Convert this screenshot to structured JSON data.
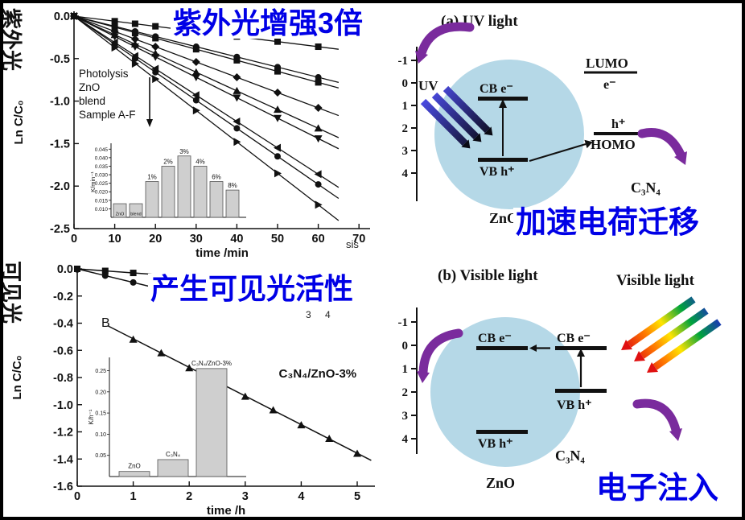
{
  "colors": {
    "accent_blue_text": "#0000e6",
    "purple_arrow": "#7a2b9d",
    "zno_circle_fill": "#b5d8e7",
    "bar_fill": "#cfcfcf"
  },
  "labels": {
    "uv_section": "紫外光",
    "vis_section": "可见光"
  },
  "overlays": {
    "uv_boost": "紫外光增强3倍",
    "vis_activity": "产生可见光活性",
    "charge_transfer": "加速电荷迁移",
    "electron_injection": "电子注入"
  },
  "fragments": {
    "frag1": "sis",
    "frag2": "3 4"
  },
  "chart_data": [
    {
      "id": "uv_kinetics",
      "type": "scatter",
      "title": "",
      "xlabel": "time /min",
      "ylabel": "Ln C/C₀",
      "xlim": [
        0,
        73
      ],
      "ylim": [
        -2.5,
        0
      ],
      "xticks": [
        0,
        10,
        20,
        30,
        40,
        50,
        60,
        70
      ],
      "yticks": [
        "0.0",
        "-0.5",
        "-1.0",
        "-1.5",
        "-2.0",
        "-2.5"
      ],
      "annotation_lines": [
        "Photolysis",
        "ZnO",
        "blend",
        "Sample A-F"
      ],
      "line_t_end": 65,
      "x": [
        0,
        10,
        15,
        20,
        30,
        40,
        50,
        60
      ],
      "series": [
        {
          "name": "Photolysis",
          "marker": "square",
          "k": 0.006,
          "y": [
            0,
            -0.06,
            -0.09,
            -0.12,
            -0.18,
            -0.24,
            -0.3,
            -0.36
          ]
        },
        {
          "name": "ZnO",
          "marker": "circle",
          "k": 0.012,
          "y": [
            0,
            -0.12,
            -0.18,
            -0.24,
            -0.36,
            -0.48,
            -0.6,
            -0.72
          ]
        },
        {
          "name": "blend",
          "marker": "square",
          "k": 0.013,
          "y": [
            0,
            -0.13,
            -0.2,
            -0.26,
            -0.39,
            -0.52,
            -0.65,
            -0.78
          ]
        },
        {
          "name": "Sample A (1%)",
          "marker": "tri-down",
          "k": 0.024,
          "y": [
            0,
            -0.24,
            -0.36,
            -0.48,
            -0.72,
            -0.96,
            -1.2,
            -1.44
          ]
        },
        {
          "name": "Sample B (2%)",
          "marker": "circle",
          "k": 0.033,
          "y": [
            0,
            -0.33,
            -0.5,
            -0.66,
            -0.99,
            -1.32,
            -1.65,
            -1.98
          ]
        },
        {
          "name": "Sample C (3%)",
          "marker": "tri-right",
          "k": 0.037,
          "y": [
            0,
            -0.37,
            -0.56,
            -0.74,
            -1.11,
            -1.48,
            -1.85,
            -2.22
          ]
        },
        {
          "name": "Sample D (4%)",
          "marker": "tri-left",
          "k": 0.031,
          "y": [
            0,
            -0.31,
            -0.47,
            -0.62,
            -0.93,
            -1.24,
            -1.55,
            -1.86
          ]
        },
        {
          "name": "Sample E (6%)",
          "marker": "tri-up",
          "k": 0.022,
          "y": [
            0,
            -0.22,
            -0.33,
            -0.44,
            -0.66,
            -0.88,
            -1.1,
            -1.32
          ]
        },
        {
          "name": "Sample F (8%)",
          "marker": "diamond",
          "k": 0.018,
          "y": [
            0,
            -0.18,
            -0.27,
            -0.36,
            -0.54,
            -0.72,
            -0.9,
            -1.08
          ]
        }
      ]
    },
    {
      "id": "uv_inset",
      "type": "bar",
      "ylabel": "K/min⁻¹",
      "categories": [
        "ZnO",
        "blend",
        "1%",
        "2%",
        "3%",
        "4%",
        "6%",
        "8%"
      ],
      "values": [
        0.013,
        0.013,
        0.026,
        0.035,
        0.041,
        0.035,
        0.026,
        0.021
      ],
      "bar_labels": [
        "",
        "",
        "1%",
        "2%",
        "3%",
        "4%",
        "6%",
        "8%"
      ],
      "yticks": [
        0.01,
        0.015,
        0.02,
        0.025,
        0.03,
        0.035,
        0.04,
        0.045
      ],
      "ylim": [
        0.005,
        0.0475
      ]
    },
    {
      "id": "vis_kinetics",
      "type": "scatter",
      "title": "",
      "xlabel": "time /h",
      "ylabel": "Ln C/C₀",
      "xlim": [
        0,
        5.3
      ],
      "ylim": [
        -1.6,
        0
      ],
      "xticks": [
        0,
        1,
        2,
        3,
        4,
        5
      ],
      "yticks": [
        "0.0",
        "-0.2",
        "-0.4",
        "-0.6",
        "-0.8",
        "-1.0",
        "-1.2",
        "-1.4",
        "-1.6"
      ],
      "panel_label": "B",
      "series": [
        {
          "name": "ZnO",
          "marker": "square",
          "x": [
            0,
            0.5,
            1
          ],
          "y": [
            0,
            -0.015,
            -0.03
          ],
          "line": [
            [
              0,
              0
            ],
            [
              2.35,
              -0.07
            ]
          ]
        },
        {
          "name": "C₃N₄",
          "marker": "circle",
          "x": [
            0,
            0.5,
            1
          ],
          "y": [
            -0.005,
            -0.05,
            -0.1
          ],
          "line": [
            [
              0,
              0
            ],
            [
              2.35,
              -0.235
            ]
          ]
        },
        {
          "name": "C₃N₄/ZnO-3%",
          "marker": "tri-up",
          "label": "C₃N₄/ZnO-3%",
          "x": [
            1,
            1.5,
            2,
            2.5,
            3,
            3.5,
            4,
            4.5,
            5
          ],
          "y": [
            -0.52,
            -0.62,
            -0.73,
            -0.83,
            -0.94,
            -1.04,
            -1.15,
            -1.25,
            -1.36
          ],
          "line": [
            [
              0.55,
              -0.42
            ],
            [
              5.25,
              -1.41
            ]
          ]
        }
      ]
    },
    {
      "id": "vis_inset",
      "type": "bar",
      "ylabel": "K/h⁻¹",
      "categories": [
        "ZnO",
        "C₃N₄",
        "C₃N₄/ZnO-3%"
      ],
      "values": [
        0.012,
        0.04,
        0.255
      ],
      "yticks": [
        0.05,
        0.1,
        0.15,
        0.2,
        0.25
      ],
      "ylim": [
        0,
        0.27
      ]
    }
  ],
  "diagram_a": {
    "title": "(a)  UV light",
    "uv_label": "UV",
    "cb_label": "CB e⁻",
    "vb_label": "VB h⁺",
    "lumo_label": "LUMO",
    "lumo_e": "e⁻",
    "homo_h": "h⁺",
    "homo_label": "HOMO",
    "c3n4_label": "C₃N₄",
    "zno_label": "ZnO",
    "axis_ticks": [
      "-1",
      "0",
      "1",
      "2",
      "3",
      "4"
    ]
  },
  "diagram_b": {
    "title": "(b)  Visible light",
    "visible_light_label": "Visible light",
    "zno_cb": "CB e⁻",
    "zno_vb": "VB h⁺",
    "c3n4_cb": "CB e⁻",
    "c3n4_vb": "VB h⁺",
    "c3n4_label": "C₃N₄",
    "zno_label": "ZnO",
    "axis_ticks": [
      "-1",
      "0",
      "1",
      "2",
      "3",
      "4"
    ]
  }
}
